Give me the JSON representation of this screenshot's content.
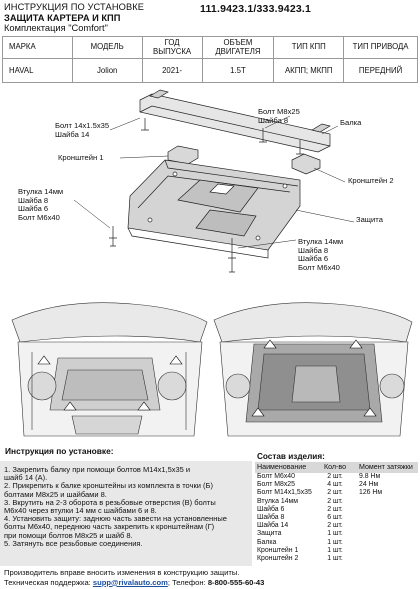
{
  "header": {
    "line1": "ИНСТРУКЦИЯ ПО УСТАНОВКЕ",
    "line2": "ЗАЩИТА КАРТЕРА И КПП",
    "line3": "Комплектация \"Comfort\"",
    "code": "111.9423.1/333.9423.1"
  },
  "spec_table": {
    "headers": [
      "МАРКА",
      "МОДЕЛЬ",
      "ГОД ВЫПУСКА",
      "ОБЪЕМ ДВИГАТЕЛЯ",
      "ТИП КПП",
      "ТИП ПРИВОДА"
    ],
    "row": [
      "HAVAL",
      "Jolion",
      "2021-",
      "1.5T",
      "АКПП; МКПП",
      "ПЕРЕДНИЙ"
    ]
  },
  "diagram_labels": {
    "bolt_m14": [
      "Болт 14х1.5х35",
      "Шайба 14"
    ],
    "bolt_m8_top": [
      "Болт М8х25",
      "Шайба 8"
    ],
    "beam": "Балка",
    "bracket1": "Кронштейн 1",
    "bracket2": "Кронштейн 2",
    "bushing_left": [
      "Втулка 14мм",
      "Шайба 8",
      "Шайба 6",
      "Болт М6х40"
    ],
    "guard": "Защита",
    "bushing_right": [
      "Втулка 14мм",
      "Шайба 8",
      "Шайба 6",
      "Болт М6х40"
    ]
  },
  "instructions": {
    "title": "Инструкция по установке:",
    "steps": [
      "1. Закрепить балку при помощи болтов М14х1,5х35 и",
      "шайб 14 (А).",
      "2. Прикрепить к балке кронштейны из комплекта в точки (Б)",
      "болтами М8х25 и шайбами 8.",
      "3. Вкрутить на 2-3 оборота в резьбовые отверстия (В) болты",
      "М6х40 через втулки 14 мм с шайбами 6 и 8.",
      "4. Установить защиту: заднюю часть завести на установленные",
      "болты М6х40, переднюю часть закрепить к кронштейнам (Г)",
      "при помощи болтов М8х25 и шайб 8.",
      "5. Затянуть все резьбовые соединения."
    ]
  },
  "parts": {
    "title": "Состав изделия:",
    "headers": [
      "Наименование",
      "Кол-во",
      "Момент затяжки"
    ],
    "rows": [
      {
        "name": "Болт М6х40",
        "qty": "2 шт.",
        "torque": "9.8 Нм"
      },
      {
        "name": "Болт М8х25",
        "qty": "4 шт.",
        "torque": "24 Нм"
      },
      {
        "name": "Болт М14х1,5х35",
        "qty": "2 шт.",
        "torque": "126 Нм"
      },
      {
        "name": "Втулка 14мм",
        "qty": "2 шт.",
        "torque": ""
      },
      {
        "name": "Шайба 6",
        "qty": "2 шт.",
        "torque": ""
      },
      {
        "name": "Шайба 8",
        "qty": "6 шт.",
        "torque": ""
      },
      {
        "name": "Шайба 14",
        "qty": "2 шт.",
        "torque": ""
      },
      {
        "name": "Защита",
        "qty": "1 шт.",
        "torque": ""
      },
      {
        "name": "Балка",
        "qty": "1 шт.",
        "torque": ""
      },
      {
        "name": "Кронштейн 1",
        "qty": "1 шт.",
        "torque": ""
      },
      {
        "name": "Кронштейн 2",
        "qty": "1 шт.",
        "torque": ""
      }
    ]
  },
  "footer": {
    "line1": "Производитель вправе вносить изменения в конструкцию защиты.",
    "support_prefix": "Техническая поддержка:",
    "support_email": "supp@rivalauto.com",
    "phone_prefix": "; Телефон:",
    "phone": "8-800-555-60-43"
  }
}
